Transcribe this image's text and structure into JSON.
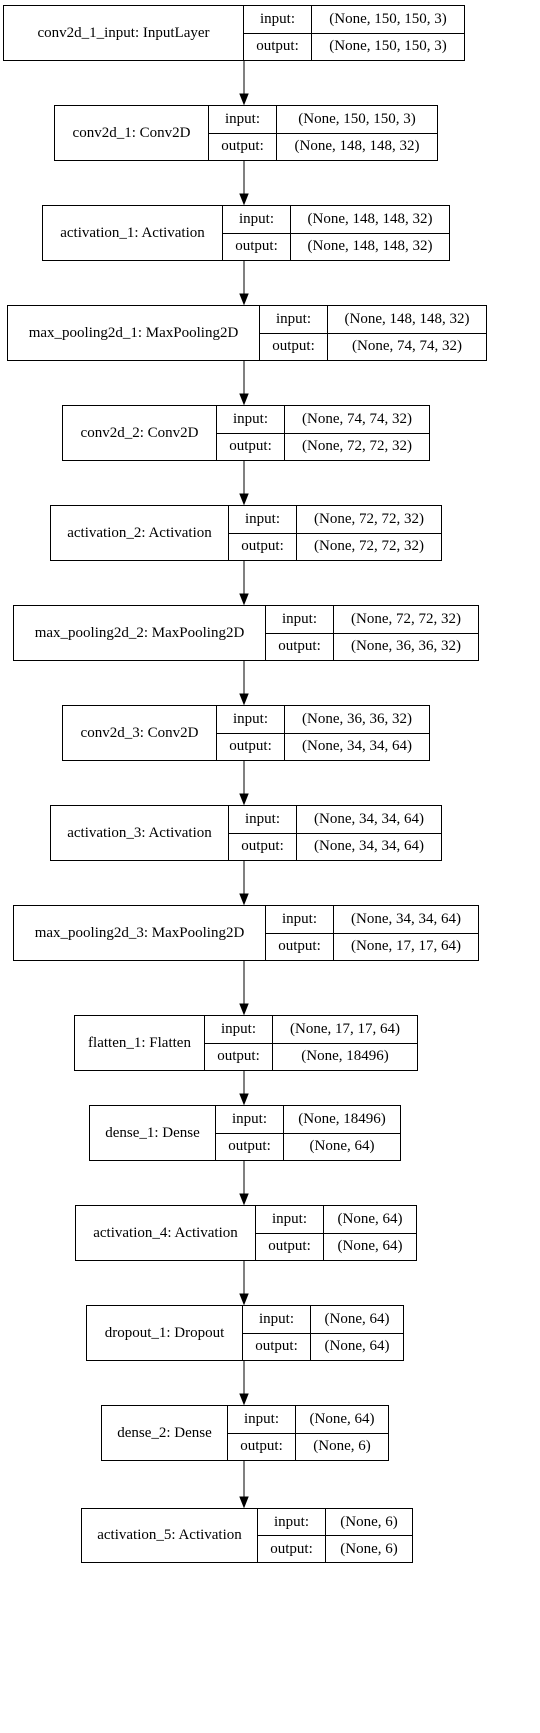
{
  "io_labels": {
    "input": "input:",
    "output": "output:"
  },
  "layers": [
    {
      "name": "conv2d_1_input: InputLayer",
      "input": "(None, 150, 150, 3)",
      "output": "(None, 150, 150, 3)"
    },
    {
      "name": "conv2d_1: Conv2D",
      "input": "(None, 150, 150, 3)",
      "output": "(None, 148, 148, 32)"
    },
    {
      "name": "activation_1: Activation",
      "input": "(None, 148, 148, 32)",
      "output": "(None, 148, 148, 32)"
    },
    {
      "name": "max_pooling2d_1: MaxPooling2D",
      "input": "(None, 148, 148, 32)",
      "output": "(None, 74, 74, 32)"
    },
    {
      "name": "conv2d_2: Conv2D",
      "input": "(None, 74, 74, 32)",
      "output": "(None, 72, 72, 32)"
    },
    {
      "name": "activation_2: Activation",
      "input": "(None, 72, 72, 32)",
      "output": "(None, 72, 72, 32)"
    },
    {
      "name": "max_pooling2d_2: MaxPooling2D",
      "input": "(None, 72, 72, 32)",
      "output": "(None, 36, 36, 32)"
    },
    {
      "name": "conv2d_3: Conv2D",
      "input": "(None, 36, 36, 32)",
      "output": "(None, 34, 34, 64)"
    },
    {
      "name": "activation_3: Activation",
      "input": "(None, 34, 34, 64)",
      "output": "(None, 34, 34, 64)"
    },
    {
      "name": "max_pooling2d_3: MaxPooling2D",
      "input": "(None, 34, 34, 64)",
      "output": "(None, 17, 17, 64)"
    },
    {
      "name": "flatten_1: Flatten",
      "input": "(None, 17, 17, 64)",
      "output": "(None, 18496)"
    },
    {
      "name": "dense_1: Dense",
      "input": "(None, 18496)",
      "output": "(None, 64)"
    },
    {
      "name": "activation_4: Activation",
      "input": "(None, 64)",
      "output": "(None, 64)"
    },
    {
      "name": "dropout_1: Dropout",
      "input": "(None, 64)",
      "output": "(None, 64)"
    },
    {
      "name": "dense_2: Dense",
      "input": "(None, 64)",
      "output": "(None, 6)"
    },
    {
      "name": "activation_5: Activation",
      "input": "(None, 6)",
      "output": "(None, 6)"
    }
  ]
}
